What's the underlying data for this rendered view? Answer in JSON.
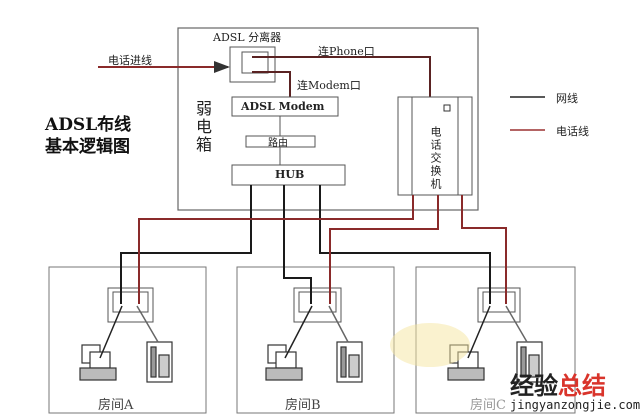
{
  "title": [
    "ADSL布线",
    "基本逻辑图"
  ],
  "incoming_line": "电话进线",
  "splitter": "ADSL 分离器",
  "to_phone": "连Phone口",
  "to_modem": "连Modem口",
  "weak_box": "弱电箱",
  "modem": "ADSL Modem",
  "router": "路由",
  "hub": "HUB",
  "switch": "电话交换机",
  "legend": [
    {
      "label": "网线",
      "color": "#222222"
    },
    {
      "label": "电话线",
      "color": "#9b3030"
    }
  ],
  "rooms": [
    "房间A",
    "房间B",
    "房间C"
  ],
  "watermark": {
    "cn_a": "经验",
    "cn_b": "总结",
    "url": "jingyanzongjie.com"
  }
}
